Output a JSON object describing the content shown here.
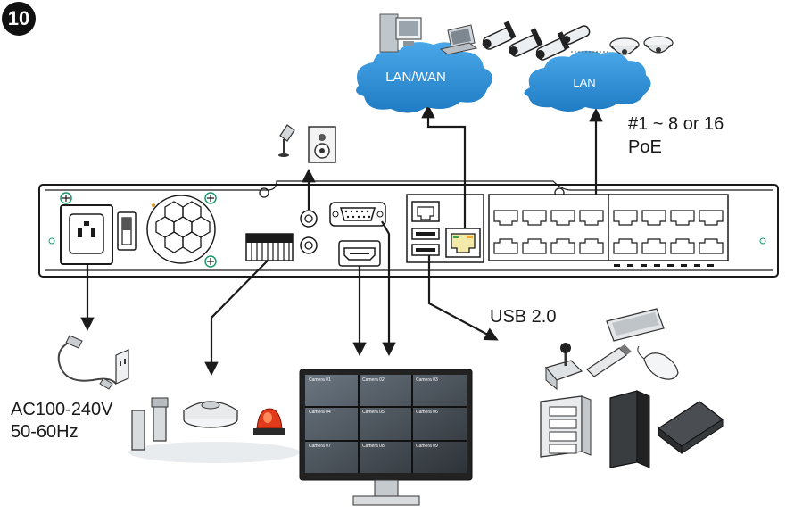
{
  "step_number": "10",
  "clouds": {
    "wan_label": "LAN/WAN",
    "lan_label": "LAN"
  },
  "labels": {
    "poe_line1": "#1 ~ 8 or 16",
    "poe_line2": "PoE",
    "usb": "USB 2.0",
    "power_line1": "AC100-240V",
    "power_line2": "50-60Hz"
  },
  "monitor_tiles": [
    "Camera 01",
    "Camera 02",
    "Camera 03",
    "Camera 04",
    "Camera 05",
    "Camera 06",
    "Camera 07",
    "Camera 08",
    "Camera 09"
  ],
  "colors": {
    "cloud_blue": "#2b8fd6",
    "outline": "#1a1a1a",
    "alarm_light": "#e23b1b"
  }
}
